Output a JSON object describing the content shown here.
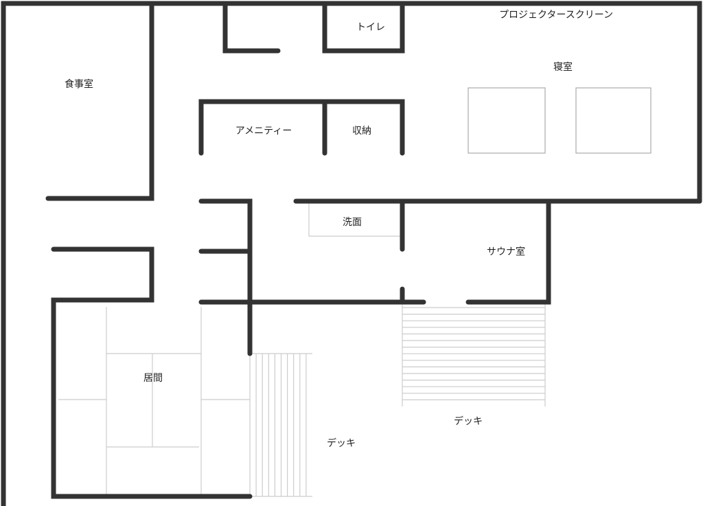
{
  "title": "Floor plan",
  "rooms": {
    "dining": "食事室",
    "toilet": "トイレ",
    "projector_screen": "プロジェクタースクリーン",
    "bedroom": "寝室",
    "amenity": "アメニティー",
    "storage": "収納",
    "washroom": "洗面",
    "sauna": "サウナ室",
    "living": "居間",
    "deck_left": "デッキ",
    "deck_right": "デッキ"
  },
  "colors": {
    "wall": "#333333",
    "fixture": "#cccccc"
  }
}
